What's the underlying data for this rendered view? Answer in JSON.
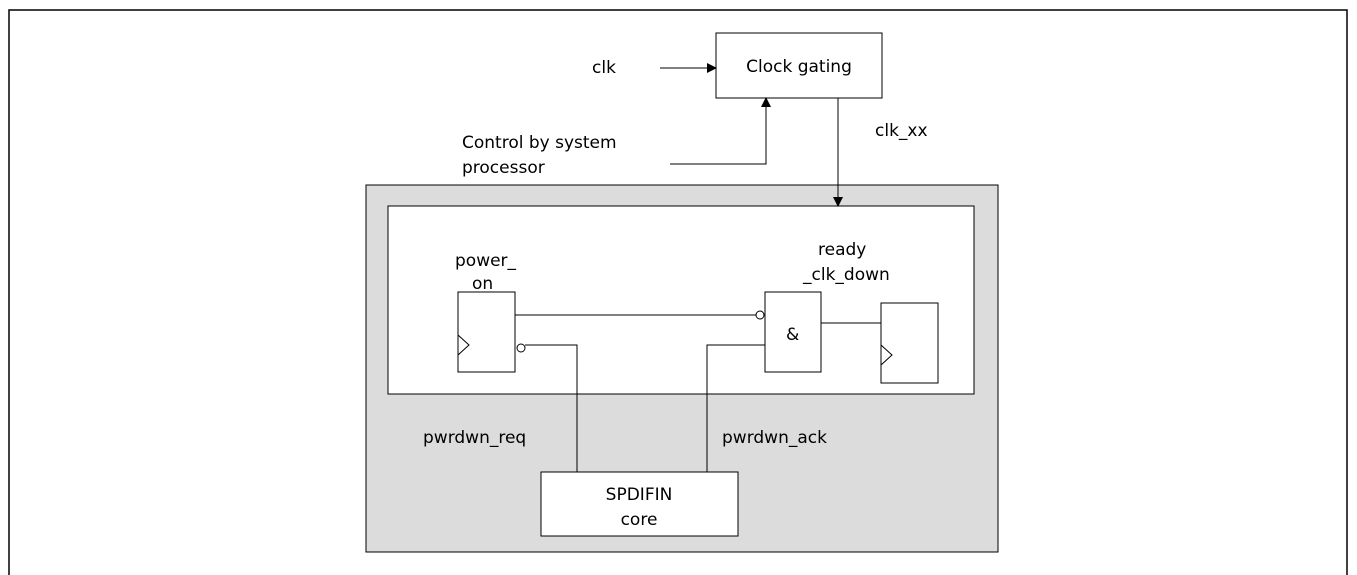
{
  "diagram": {
    "labels": {
      "clk": "clk",
      "clock_gating": "Clock gating",
      "clk_xx": "clk_xx",
      "control_line1": "Control by system",
      "control_line2": "processor",
      "power_on_line1": "power_",
      "power_on_line2": "on",
      "ready_line1": "ready",
      "ready_line2": "_clk_down",
      "and_symbol": "&",
      "pwrdwn_req": "pwrdwn_req",
      "pwrdwn_ack": "pwrdwn_ack",
      "core_line1": "SPDIFIN",
      "core_line2": "core"
    },
    "colors": {
      "line": "#000000",
      "outer_fill": "#dcdcdc",
      "box_fill": "#ffffff"
    }
  }
}
